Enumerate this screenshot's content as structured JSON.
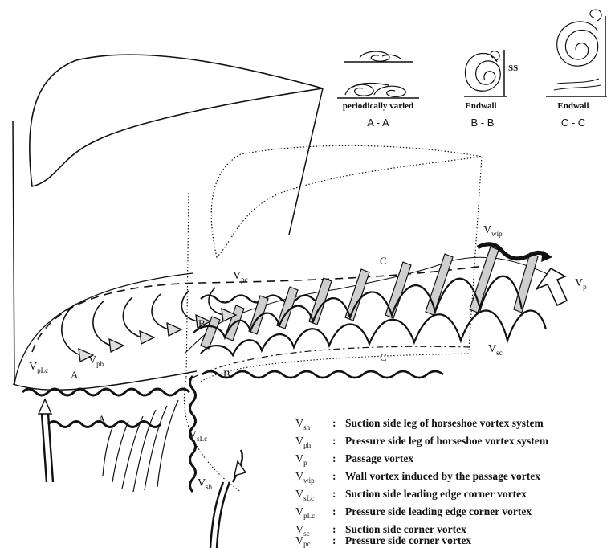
{
  "sections": [
    {
      "id": "A-A",
      "caption": "periodically varied",
      "label": "A - A"
    },
    {
      "id": "B-B",
      "caption": "Endwall",
      "label": "B - B",
      "side_label": "SS"
    },
    {
      "id": "C-C",
      "caption": "Endwall",
      "label": "C - C"
    }
  ],
  "diagram_labels": {
    "V_wip": {
      "base": "V",
      "sub": "wip"
    },
    "V_pc": {
      "base": "V",
      "sub": "pc"
    },
    "V_p": {
      "base": "V",
      "sub": "p"
    },
    "V_sc": {
      "base": "V",
      "sub": "sc"
    },
    "V_pLc": {
      "base": "V",
      "sub": "pLc"
    },
    "V_ph": {
      "base": "V",
      "sub": "ph"
    },
    "V_sLc": {
      "base": "V",
      "sub": "sLc"
    },
    "V_sh": {
      "base": "V",
      "sub": "sh"
    },
    "cut_A1": "A",
    "cut_A2": "A",
    "cut_B1": "B",
    "cut_B2": "B",
    "cut_C1": "C",
    "cut_C2": "C"
  },
  "legend": [
    {
      "base": "V",
      "sub": "sh",
      "sep": ":",
      "text": "Suction side leg of horseshoe vortex system"
    },
    {
      "base": "V",
      "sub": "ph",
      "sep": ":",
      "text": "Pressure side leg of horseshoe vortex system"
    },
    {
      "base": "V",
      "sub": "p",
      "sep": ":",
      "text": "Passage vortex"
    },
    {
      "base": "V",
      "sub": "wip",
      "sep": ":",
      "text": "Wall vortex induced by the passage vortex"
    },
    {
      "base": "V",
      "sub": "sLc",
      "sep": ":",
      "text": "Suction side leading edge corner vortex"
    },
    {
      "base": "V",
      "sub": "pLc",
      "sep": ":",
      "text": "Pressure side leading edge corner vortex"
    },
    {
      "base": "V",
      "sub": "sc",
      "sep": ":",
      "text": "Suction side corner vortex"
    },
    {
      "base": "V",
      "sub": "pc",
      "sep": ":",
      "text": "Pressure side corner vortex"
    }
  ],
  "colors": {
    "ink": "#111111",
    "paper": "#ffffff",
    "ribbon_shade": "#cfcfcf"
  }
}
